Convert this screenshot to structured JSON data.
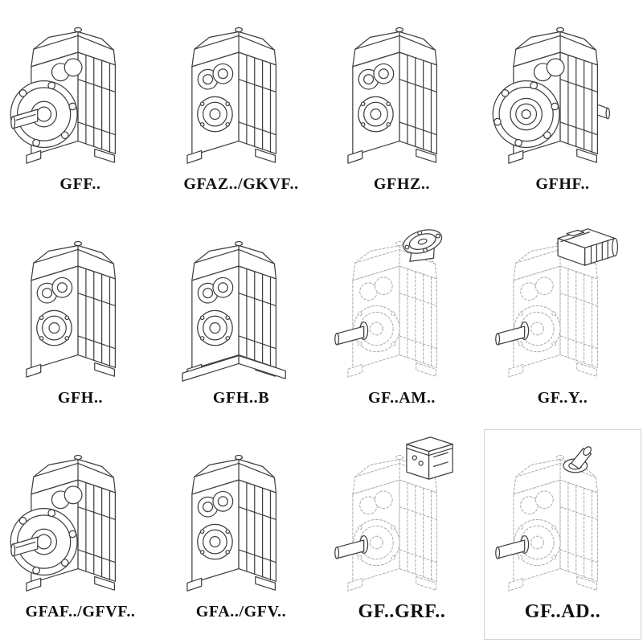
{
  "page": {
    "background": "#ffffff",
    "line_color": "#3f3f42",
    "ghost_line_color": "#a8a8b0",
    "label_color": "#101010"
  },
  "catalog": {
    "cells": [
      {
        "label": "GFF..",
        "icon": "#sym-shaft-flange",
        "icon_name": "gearbox-output-flange-solid-shaft-icon",
        "line_style": "solid"
      },
      {
        "label": "GFAZ../GKVF..",
        "icon": "#sym-hollow",
        "icon_name": "gearbox-hollow-shaft-face-icon",
        "line_style": "solid"
      },
      {
        "label": "GFHZ..",
        "icon": "#sym-hollow",
        "icon_name": "gearbox-hollow-shaft-shrink-disc-icon",
        "line_style": "solid"
      },
      {
        "label": "GFHF..",
        "icon": "#sym-flange-hollow",
        "icon_name": "gearbox-flange-hollow-shaft-icon",
        "line_style": "solid"
      },
      {
        "label": "GFH..",
        "icon": "#sym-hollow",
        "icon_name": "gearbox-hollow-shaft-icon",
        "line_style": "solid"
      },
      {
        "label": "GFH..B",
        "icon": "#sym-hollow-foot",
        "icon_name": "gearbox-hollow-shaft-foot-mounted-icon",
        "line_style": "solid"
      },
      {
        "label": "GF..AM..",
        "icon": "#sym-dash-flange",
        "icon_name": "gearbox-iec-adapter-flange-icon",
        "line_style": "ghost"
      },
      {
        "label": "GF..Y..",
        "icon": "#sym-dash-motor",
        "icon_name": "gearbox-with-motor-icon",
        "line_style": "ghost"
      },
      {
        "label": "GFAF../GFVF..",
        "icon": "#sym-shaft-flange",
        "icon_name": "gearbox-output-flange-variants-icon",
        "line_style": "solid"
      },
      {
        "label": "GFA../GFV..",
        "icon": "#sym-hollow",
        "icon_name": "gearbox-shaft-mounted-variants-icon",
        "line_style": "solid"
      },
      {
        "label": "GF..GRF..",
        "icon": "#sym-dash-adapter",
        "icon_name": "gearbox-input-adapter-box-icon",
        "line_style": "ghost"
      },
      {
        "label": "GF..AD..",
        "icon": "#sym-dash-shaft",
        "icon_name": "gearbox-input-shaft-adapter-icon",
        "line_style": "ghost"
      }
    ]
  }
}
